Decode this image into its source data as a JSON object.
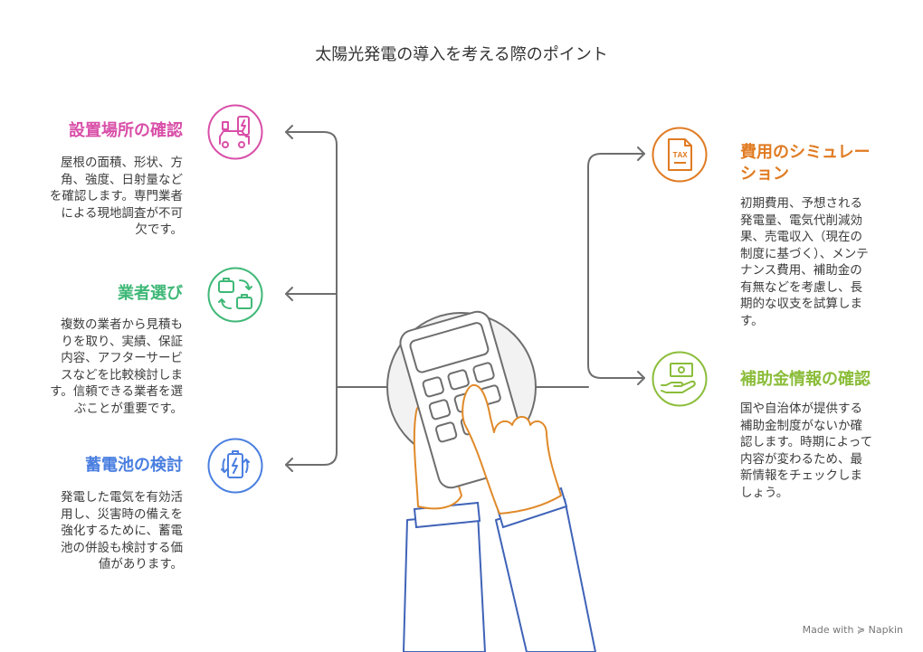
{
  "title": "太陽光発電の導入を考える際のポイント",
  "colors": {
    "pink": "#d94fa8",
    "green": "#3fb877",
    "blue": "#4a7fe0",
    "orange": "#e07b22",
    "lime": "#8bbd3a",
    "connector": "#6e6e6e"
  },
  "items": [
    {
      "title": "設置場所の確認",
      "body": [
        "屋根の面積、形状、方",
        "角、強度、日射量など",
        "を確認します。専門業者",
        "による現地調査が不可",
        "欠です。"
      ],
      "icon": "solar-car-charger-icon"
    },
    {
      "title": "業者選び",
      "body": [
        "複数の業者から見積も",
        "りを取り、実績、保証",
        "内容、アフターサービ",
        "スなどを比較検討しま",
        "す。信頼できる業者を選",
        "ぶことが重要です。"
      ],
      "icon": "briefcase-exchange-icon"
    },
    {
      "title": "蓄電池の検討",
      "body": [
        "発電した電気を有効活",
        "用し、災害時の備えを",
        "強化するために、蓄電",
        "池の併設も検討する価",
        "値があります。"
      ],
      "icon": "battery-recycle-icon"
    },
    {
      "title_lines": [
        "費用のシミュレー",
        "ション"
      ],
      "body": [
        "初期費用、予想される",
        "発電量、電気代削減効",
        "果、売電収入（現在の",
        "制度に基づく）、メンテ",
        "ナンス費用、補助金の",
        "有無などを考慮し、長",
        "期的な収支を試算しま",
        "す。"
      ],
      "icon": "tax-document-icon",
      "icon_text": "TAX"
    },
    {
      "title": "補助金情報の確認",
      "body": [
        "国や自治体が提供する",
        "補助金制度がないか確",
        "認します。時期によって",
        "内容が変わるため、最",
        "新情報をチェックしま",
        "しょう。"
      ],
      "icon": "money-hand-icon"
    }
  ],
  "center_icon": "hands-calculator-icon",
  "credit": "Made with ≽ Napkin"
}
